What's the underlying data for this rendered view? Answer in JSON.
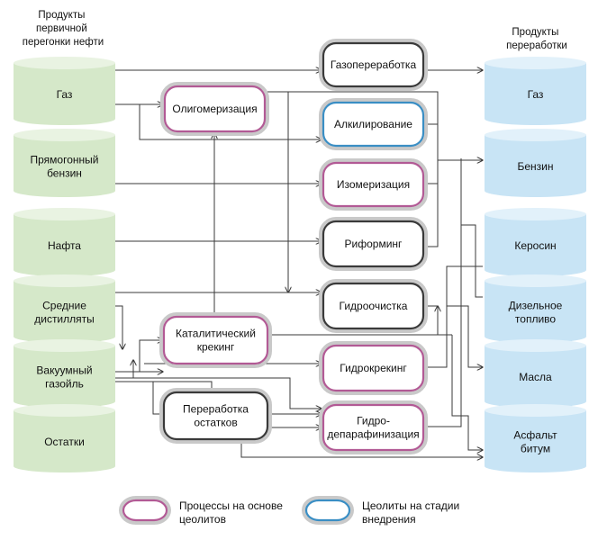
{
  "headers": {
    "input": [
      "Продукты",
      "первичной",
      "перегонки нефти"
    ],
    "output": [
      "Продукты",
      "переработки"
    ]
  },
  "inputs": [
    {
      "id": "gas_in",
      "lines": [
        "Газ"
      ]
    },
    {
      "id": "straight_run",
      "lines": [
        "Прямогонный",
        "бензин"
      ]
    },
    {
      "id": "naphtha",
      "lines": [
        "Нафта"
      ]
    },
    {
      "id": "middle_dist",
      "lines": [
        "Средние",
        "дистилляты"
      ]
    },
    {
      "id": "vacuum_gasoil",
      "lines": [
        "Вакуумный",
        "газойль"
      ]
    },
    {
      "id": "residues",
      "lines": [
        "Остатки"
      ]
    }
  ],
  "processes": [
    {
      "id": "oligomerization",
      "lines": [
        "Олигомеризация"
      ],
      "style": "zeolite"
    },
    {
      "id": "catcracking",
      "lines": [
        "Каталитический",
        "крекинг"
      ],
      "style": "zeolite"
    },
    {
      "id": "residue_processing",
      "lines": [
        "Переработка",
        "остатков"
      ],
      "style": "plain"
    },
    {
      "id": "gas_processing",
      "lines": [
        "Газопереработка"
      ],
      "style": "plain"
    },
    {
      "id": "alkylation",
      "lines": [
        "Алкилирование"
      ],
      "style": "implementation"
    },
    {
      "id": "isomerization",
      "lines": [
        "Изомеризация"
      ],
      "style": "zeolite"
    },
    {
      "id": "reforming",
      "lines": [
        "Риформинг"
      ],
      "style": "plain"
    },
    {
      "id": "hydrotreating",
      "lines": [
        "Гидроочистка"
      ],
      "style": "plain"
    },
    {
      "id": "hydrocracking",
      "lines": [
        "Гидрокрекинг"
      ],
      "style": "zeolite"
    },
    {
      "id": "hydrodewaxing",
      "lines": [
        "Гидро-",
        "депарафинизация"
      ],
      "style": "zeolite"
    }
  ],
  "outputs": [
    {
      "id": "gas_out",
      "lines": [
        "Газ"
      ]
    },
    {
      "id": "gasoline",
      "lines": [
        "Бензин"
      ]
    },
    {
      "id": "kerosene",
      "lines": [
        "Керосин"
      ]
    },
    {
      "id": "diesel",
      "lines": [
        "Дизельное",
        "топливо"
      ]
    },
    {
      "id": "oils",
      "lines": [
        "Масла"
      ]
    },
    {
      "id": "bitumen",
      "lines": [
        "Асфальт",
        "битум"
      ]
    }
  ],
  "legend": [
    {
      "style": "zeolite",
      "lines": [
        "Процессы на основе",
        "цеолитов"
      ]
    },
    {
      "style": "implementation",
      "lines": [
        "Цеолиты на стадии",
        "внедрения"
      ]
    }
  ],
  "colors": {
    "input_fill": "#d5e8c9",
    "input_top": "#e9f3e2",
    "output_fill": "#c8e4f5",
    "output_top": "#e2f1fa",
    "zeolite_border": "#b25a95",
    "implementation_border": "#3a8ec4",
    "plain_border": "#3a3a3a",
    "halo": "#c9c9c9",
    "line": "#3a3a3a"
  }
}
